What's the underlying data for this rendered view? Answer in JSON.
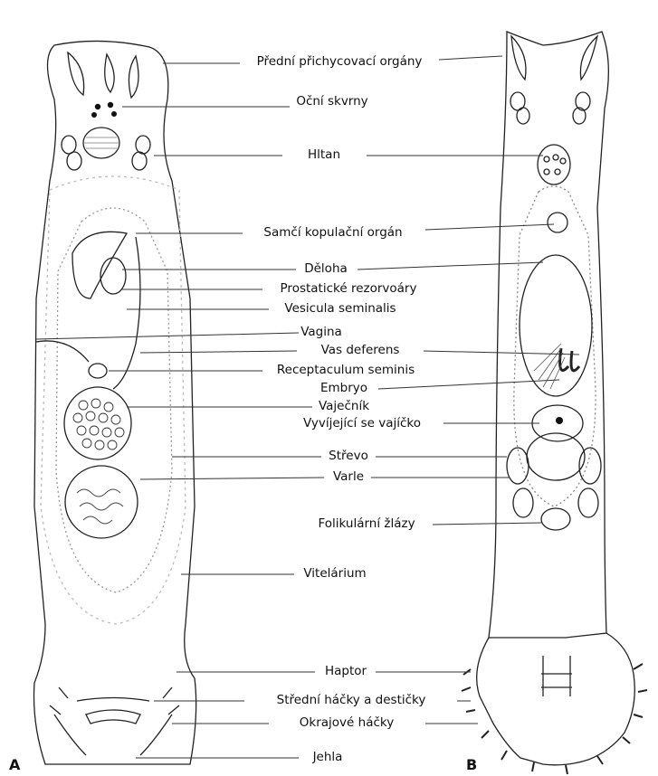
{
  "panels": {
    "a": "A",
    "b": "B"
  },
  "labels": [
    "Přední přichycovací orgány",
    "Oční skvrny",
    "Hltan",
    "Samčí kopulační orgán",
    "Děloha",
    "Prostatické rezorvoáry",
    "Vesicula seminalis",
    "Vagina",
    "Vas deferens",
    "Receptaculum seminis",
    "Embryo",
    "Vaječník",
    "Vyvíjející se vajíčko",
    "Střevo",
    "Varle",
    "Folikulární žlázy",
    "Vitelárium",
    "Haptor",
    "Střední háčky a destičky",
    "Okrajové háčky",
    "Jehla"
  ]
}
